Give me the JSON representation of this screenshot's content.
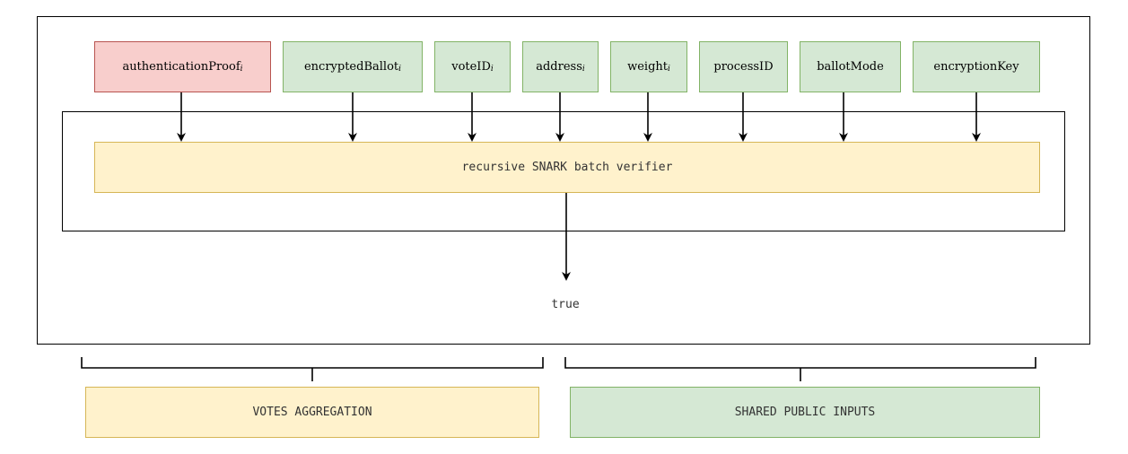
{
  "inputs": [
    {
      "name": "authenticationProof",
      "sub": "i",
      "color": "red"
    },
    {
      "name": "encryptedBallot",
      "sub": "i",
      "color": "green"
    },
    {
      "name": "voteID",
      "sub": "i",
      "color": "green"
    },
    {
      "name": "address",
      "sub": "i",
      "color": "green"
    },
    {
      "name": "weight",
      "sub": "i",
      "color": "green"
    },
    {
      "name": "processID",
      "sub": "",
      "color": "green"
    },
    {
      "name": "ballotMode",
      "sub": "",
      "color": "green"
    },
    {
      "name": "encryptionKey",
      "sub": "",
      "color": "green"
    }
  ],
  "verifier": {
    "label": "recursive SNARK batch verifier"
  },
  "result": {
    "label": "true"
  },
  "legend": {
    "votes_aggregation": "VOTES AGGREGATION",
    "shared_public_inputs": "SHARED PUBLIC INPUTS"
  },
  "colors": {
    "red_fill": "#f8cecc",
    "red_stroke": "#b85450",
    "green_fill": "#d5e8d4",
    "green_stroke": "#82b366",
    "yellow_fill": "#fff2cc",
    "yellow_stroke": "#d6b656"
  }
}
